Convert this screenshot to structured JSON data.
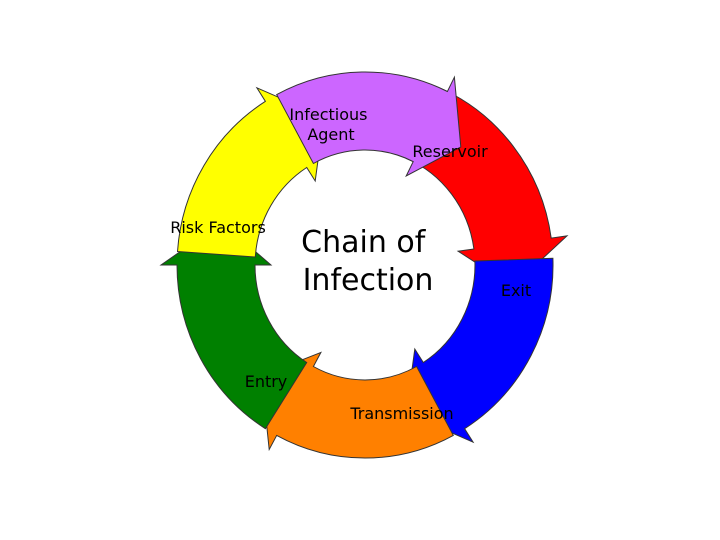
{
  "center": {
    "line1": "Chain of",
    "line2": "Infection"
  },
  "stages": [
    {
      "id": "infectious-agent",
      "label_lines": [
        "Infectious",
        "Agent"
      ],
      "color": "#CC66FF"
    },
    {
      "id": "reservoir",
      "label_lines": [
        "Reservoir"
      ],
      "color": "#FF0000"
    },
    {
      "id": "exit",
      "label_lines": [
        "Exit"
      ],
      "color": "#0000FF"
    },
    {
      "id": "transmission",
      "label_lines": [
        "Transmission"
      ],
      "color": "#FF8000"
    },
    {
      "id": "entry",
      "label_lines": [
        "Entry"
      ],
      "color": "#008000"
    },
    {
      "id": "risk-factors",
      "label_lines": [
        "Risk Factors"
      ],
      "color": "#FFFF00"
    }
  ]
}
